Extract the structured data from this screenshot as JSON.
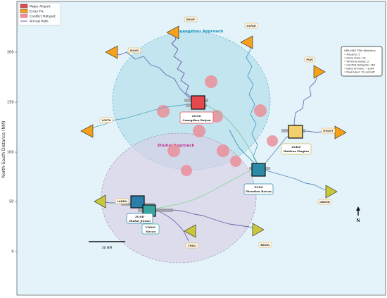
{
  "axis": {
    "ylabel": "North-South Distance (NM)",
    "yticks": [
      {
        "value": 200,
        "label": "200"
      },
      {
        "value": 150,
        "label": "150"
      },
      {
        "value": 100,
        "label": "100"
      },
      {
        "value": 50,
        "label": "50"
      },
      {
        "value": 0,
        "label": "0"
      }
    ]
  },
  "legend": {
    "items": [
      {
        "label": "Major Airport",
        "kind": "airport"
      },
      {
        "label": "Entry Fix",
        "kind": "fix"
      },
      {
        "label": "Conflict Hotspot",
        "kind": "hotspot"
      },
      {
        "label": "Arrival Path",
        "kind": "path"
      }
    ]
  },
  "zones": [
    {
      "label": "Guangzhou Approach",
      "color": "#0f8fb8"
    },
    {
      "label": "Zhuhai Approach",
      "color": "#c0308a"
    }
  ],
  "airports": [
    {
      "code": "ZGGG",
      "name": "Guangzhou Baiyun",
      "fill": "#e6484e"
    },
    {
      "code": "ZGSZ",
      "name": "Shenzhen Bao'an",
      "fill": "#2b8aa8"
    },
    {
      "code": "ZGHZ",
      "name": "Huizhou Pingtan",
      "fill": "#f0cf6c"
    },
    {
      "code": "ZGSD",
      "name": "Zhuhai Jinwan",
      "fill": "#2b7ea8"
    },
    {
      "code": "VMMC",
      "name": "Macau",
      "fill": "#3aa6a0"
    }
  ],
  "fixes": [
    {
      "name": "ENVIP"
    },
    {
      "name": "IKAVO"
    },
    {
      "name": "OLPAR"
    },
    {
      "name": "PUM"
    },
    {
      "name": "LOVTA"
    },
    {
      "name": "DVGOT"
    },
    {
      "name": "UBDOB"
    },
    {
      "name": "LANDA"
    },
    {
      "name": "CHALI"
    },
    {
      "name": "BEKOL"
    }
  ],
  "stats": {
    "title": "GBA MAS TMA Statistics:",
    "lines": [
      "• Airports: 5",
      "• Entry Fixes: 10",
      "• Terminal Areas: 2",
      "• Conflict Hotspots: 161",
      "• Daily Arrivals: ~1204",
      "• Peak Hour: 52 aircraft"
    ]
  },
  "scale_bar": {
    "label": "30 NM"
  },
  "north": {
    "label": "N"
  },
  "colors": {
    "background": "#e3f3f9",
    "guangzhou_zone": "#a9d8ea",
    "zhuhai_zone": "#dcd0e6",
    "hotspot": "#ea8f9a",
    "fix": "#f7a11a",
    "fix_green": "#c8c63a"
  }
}
